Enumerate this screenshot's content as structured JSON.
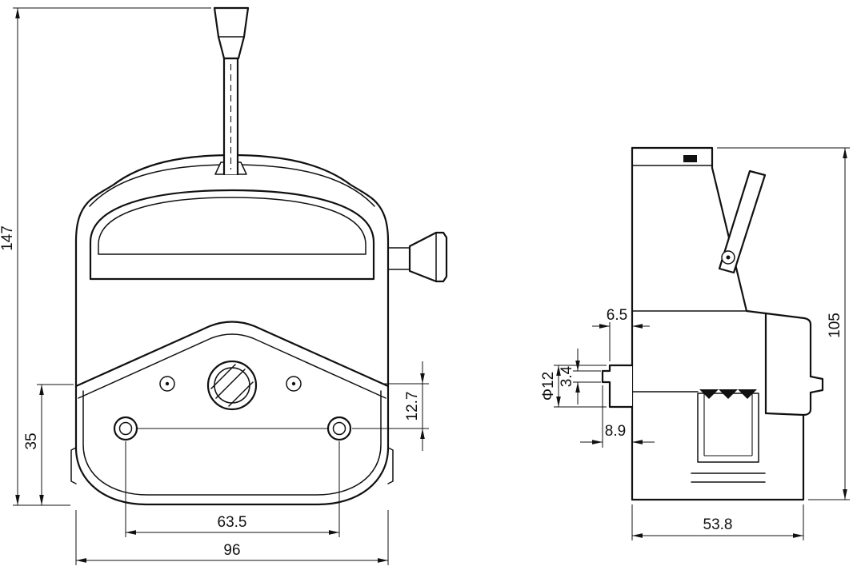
{
  "drawing": {
    "background": "#ffffff",
    "line_color": "#111111",
    "front_view": {
      "dim_total_height": "147",
      "dim_base_to_center": "35",
      "dim_hole_offset": "12.7",
      "dim_hole_spacing": "63.5",
      "dim_width": "96"
    },
    "side_view": {
      "dim_shaft_step": "6.5",
      "dim_shaft_diameter": "Φ12",
      "dim_key_width": "3.4",
      "dim_shaft_length": "8.9",
      "dim_height": "105",
      "dim_depth": "53.8"
    }
  }
}
